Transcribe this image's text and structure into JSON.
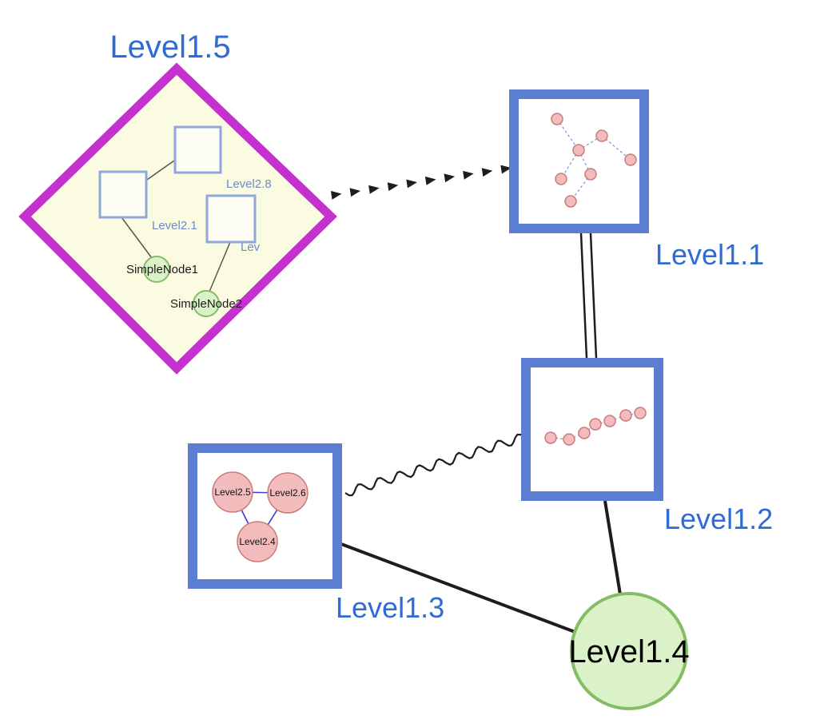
{
  "colors": {
    "label_blue": "#2f6bd6",
    "child_label_blue": "#7289c6",
    "node_border_blue": "#5b7ed3",
    "inner_square_border": "#90a7da",
    "inner_square_fill": "#fdfdf3",
    "diamond_border": "#c431ce",
    "diamond_fill": "#fbfbe2",
    "green_fill": "#dbf2c9",
    "green_border": "#84bd66",
    "pink_fill": "#f3bcbc",
    "pink_border": "#c97c7c",
    "edge_black": "#1d1d1d",
    "triangle_edge_blue": "#3b3bd0",
    "dashed_edge_blue": "#7e90d8",
    "group_inner_edge_gray": "#555555"
  },
  "diagram": {
    "groups": {
      "level15": {
        "label": "Level1.5",
        "children": {
          "level28": {
            "label": "Level2.8"
          },
          "level21": {
            "label": "Level2.1"
          },
          "lev": {
            "label": "Lev"
          },
          "simplenode1": {
            "label": "SimpleNode1"
          },
          "simplenode2": {
            "label": "SimpleNode2"
          }
        }
      }
    },
    "nodes": {
      "level11": {
        "label": "Level1.1"
      },
      "level12": {
        "label": "Level1.2"
      },
      "level13": {
        "label": "Level1.3",
        "children": {
          "level25": {
            "label": "Level2.5"
          },
          "level26": {
            "label": "Level2.6"
          },
          "level24": {
            "label": "Level2.4"
          }
        }
      },
      "level14": {
        "label": "Level1.4"
      }
    },
    "edges": [
      {
        "source": "level15",
        "target": "level11",
        "style": "dashed-arrow"
      },
      {
        "source": "level11",
        "target": "level12",
        "style": "double-line"
      },
      {
        "source": "level13",
        "target": "level12",
        "style": "wavy"
      },
      {
        "source": "level13",
        "target": "level14",
        "style": "solid"
      },
      {
        "source": "level12",
        "target": "level14",
        "style": "solid"
      }
    ]
  }
}
